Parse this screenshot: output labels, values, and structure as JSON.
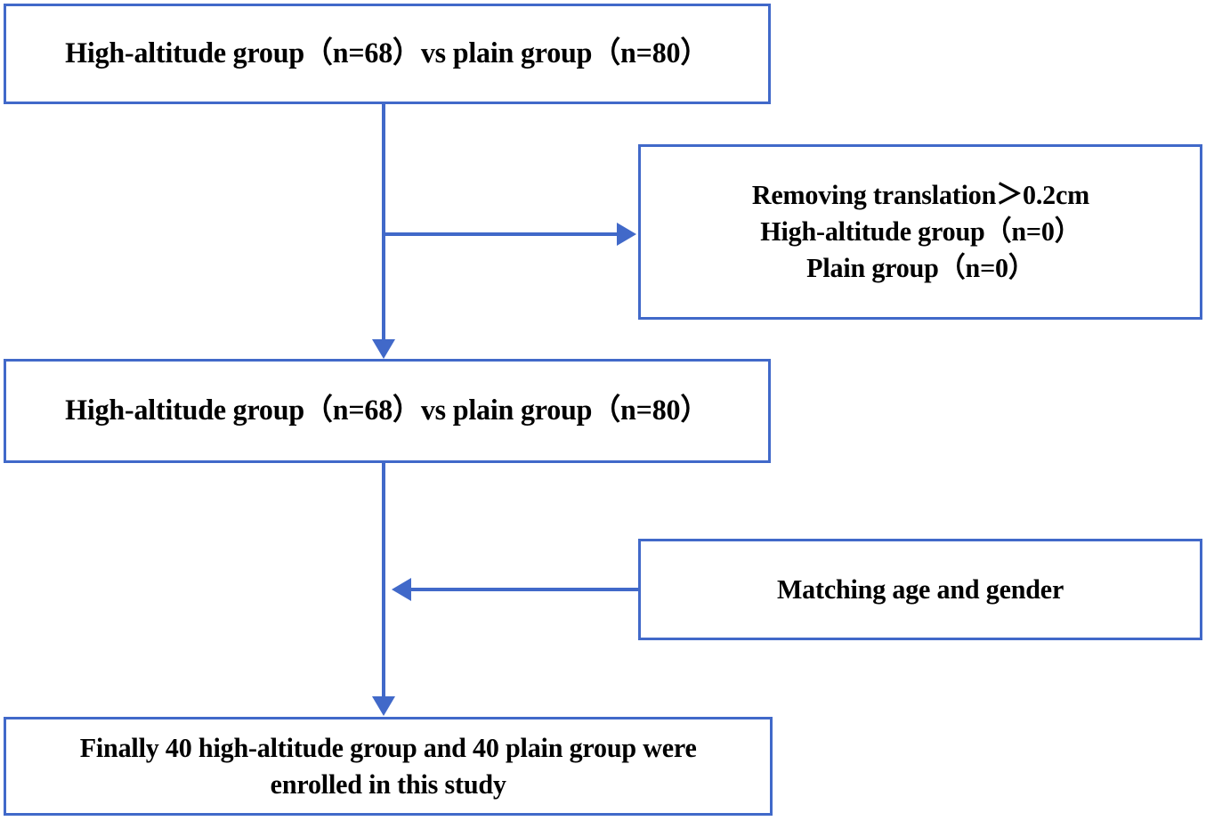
{
  "diagram": {
    "type": "flowchart",
    "title": "Study enrollment flow diagram",
    "accent_color": "#4169c9",
    "text_color": "#000000",
    "background_color": "#ffffff",
    "nodes": [
      {
        "id": "cohort-top",
        "lines": [
          "High-altitude group（n=68）vs plain group（n=80）"
        ],
        "text": "High-altitude group（n=68）vs plain group（n=80）"
      },
      {
        "id": "exclusion",
        "lines": [
          "Removing translation＞0.2cm",
          "High-altitude group（n=0）",
          "Plain group（n=0）"
        ],
        "line1": "Removing translation＞0.2cm",
        "line2": "High-altitude group（n=0）",
        "line3": "Plain group（n=0）"
      },
      {
        "id": "cohort-mid",
        "lines": [
          "High-altitude group（n=68）vs plain group（n=80）"
        ],
        "text": "High-altitude group（n=68）vs plain group（n=80）"
      },
      {
        "id": "matching",
        "lines": [
          "Matching age and gender"
        ],
        "text": "Matching age and gender"
      },
      {
        "id": "final",
        "lines": [
          "Finally 40 high-altitude group and 40 plain group were",
          "enrolled in this study"
        ],
        "line1": "Finally 40 high-altitude group and 40 plain group were",
        "line2": "enrolled in this study"
      }
    ],
    "connectors": [
      {
        "id": "top-trunk",
        "from": "cohort-top",
        "to": "cohort-mid",
        "direction": "down"
      },
      {
        "id": "branch-right",
        "from": "top-trunk",
        "to": "exclusion",
        "direction": "right"
      },
      {
        "id": "mid-trunk",
        "from": "cohort-mid",
        "to": "final",
        "direction": "down"
      },
      {
        "id": "branch-left",
        "from": "matching",
        "to": "mid-trunk",
        "direction": "left"
      }
    ]
  }
}
